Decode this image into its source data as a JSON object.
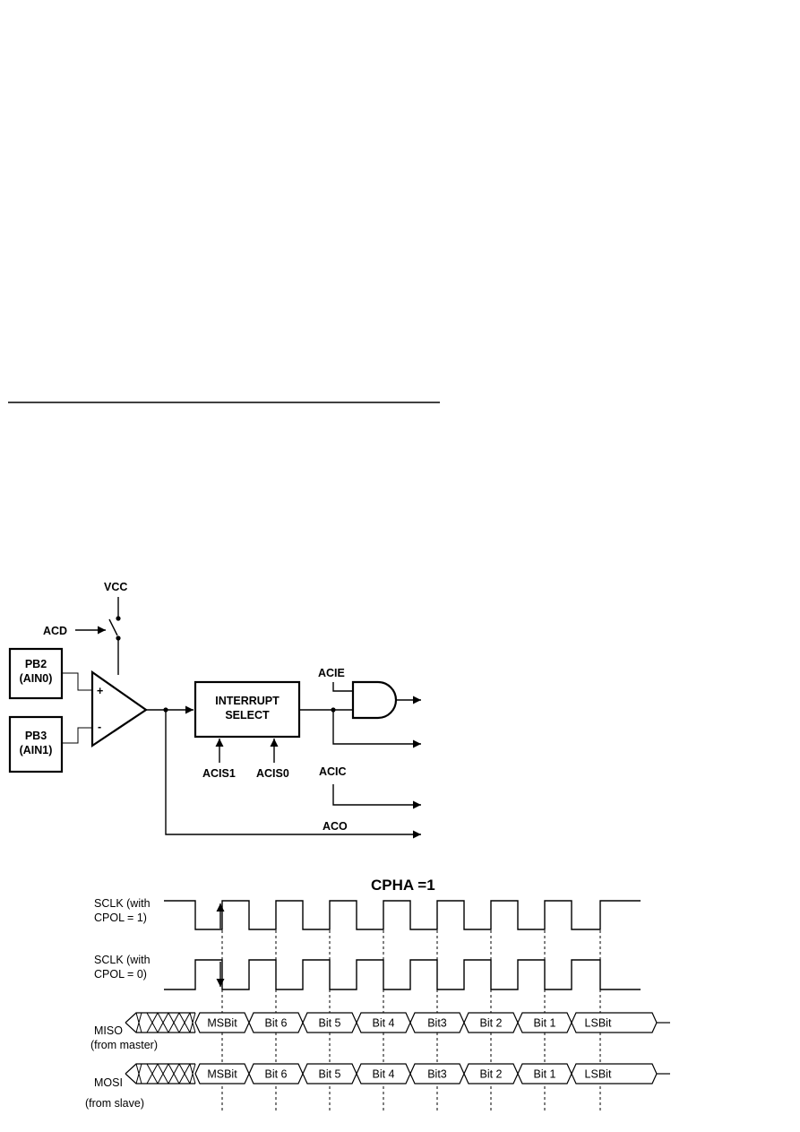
{
  "comparator_diagram": {
    "vcc": "VCC",
    "acd": "ACD",
    "input_pos": {
      "line1": "PB2",
      "line2": "(AIN0)"
    },
    "input_neg": {
      "line1": "PB3",
      "line2": "(AIN1)"
    },
    "plus_sign": "+",
    "minus_sign": "-",
    "interrupt_select": {
      "line1": "INTERRUPT",
      "line2": "SELECT"
    },
    "acis1": "ACIS1",
    "acis0": "ACIS0",
    "acie": "ACIE",
    "acic": "ACIC",
    "aco": "ACO"
  },
  "timing_diagram": {
    "title": "CPHA =1",
    "sclk_cpol1": {
      "line1": "SCLK (with",
      "line2": "CPOL = 1)"
    },
    "sclk_cpol0": {
      "line1": "SCLK (with",
      "line2": "CPOL = 0)"
    },
    "miso": {
      "line1": "MISO",
      "line2": "(from master)"
    },
    "mosi": {
      "line1": "MOSI",
      "line2": "(from slave)"
    },
    "bits": [
      "MSBit",
      "Bit 6",
      "Bit 5",
      "Bit 4",
      "Bit3",
      "Bit 2",
      "Bit 1",
      "LSBit"
    ]
  }
}
